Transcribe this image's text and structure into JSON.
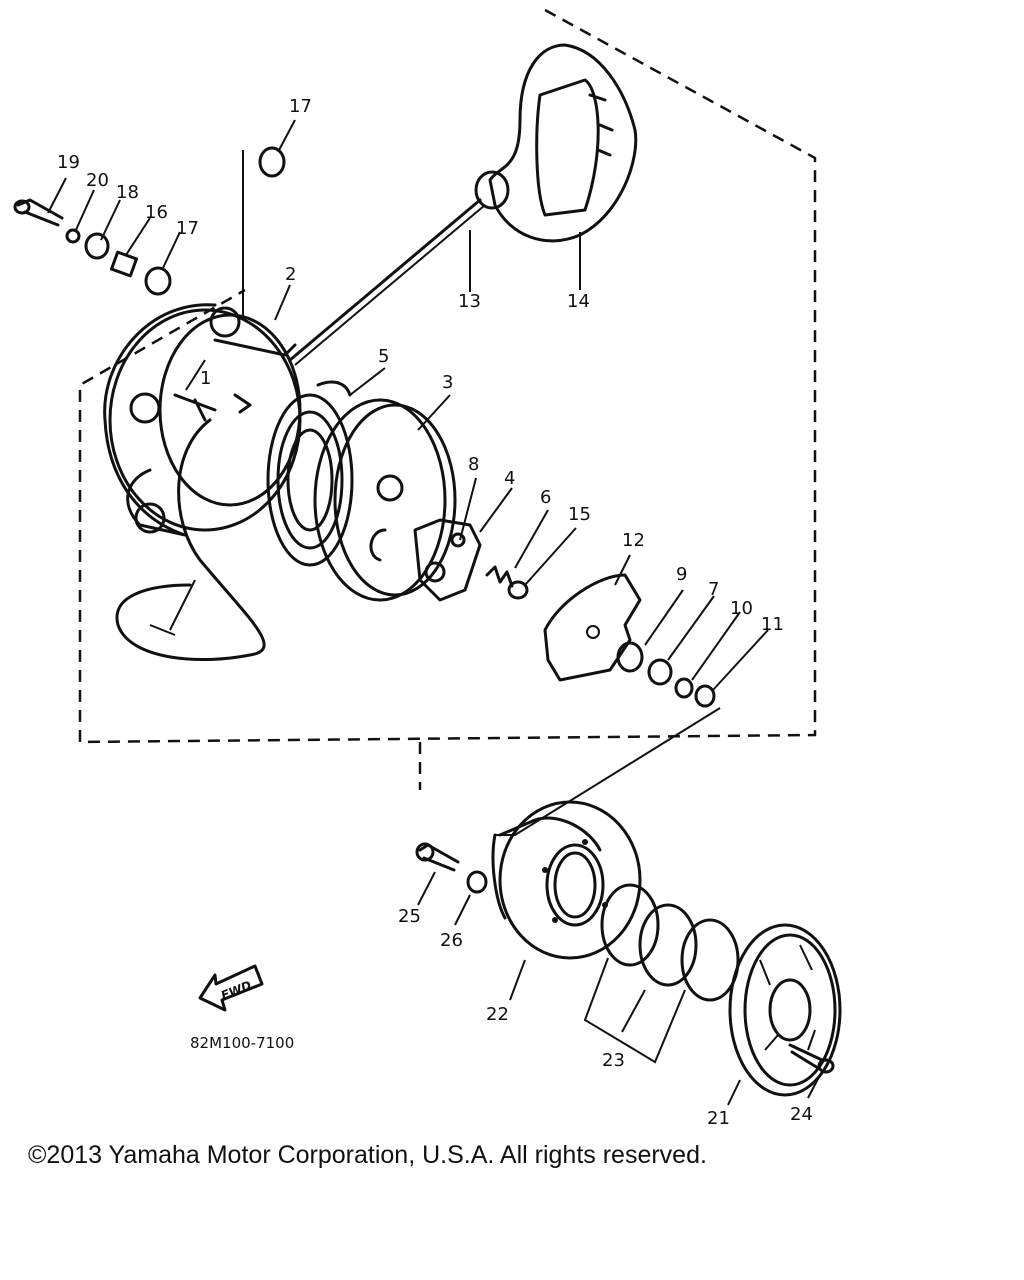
{
  "drawing_number": "82M100-7100",
  "fwd_label": "FWD",
  "copyright": "©2013 Yamaha Motor Corporation, U.S.A. All rights reserved.",
  "callouts": {
    "c1": "1",
    "c2": "2",
    "c3": "3",
    "c4": "4",
    "c5": "5",
    "c6": "6",
    "c7": "7",
    "c8": "8",
    "c9": "9",
    "c10": "10",
    "c11": "11",
    "c12": "12",
    "c13": "13",
    "c14": "14",
    "c15": "15",
    "c16": "16",
    "c17a": "17",
    "c17b": "17",
    "c18": "18",
    "c19": "19",
    "c20": "20",
    "c21": "21",
    "c22": "22",
    "c23": "23",
    "c24": "24",
    "c25": "25",
    "c26": "26"
  }
}
